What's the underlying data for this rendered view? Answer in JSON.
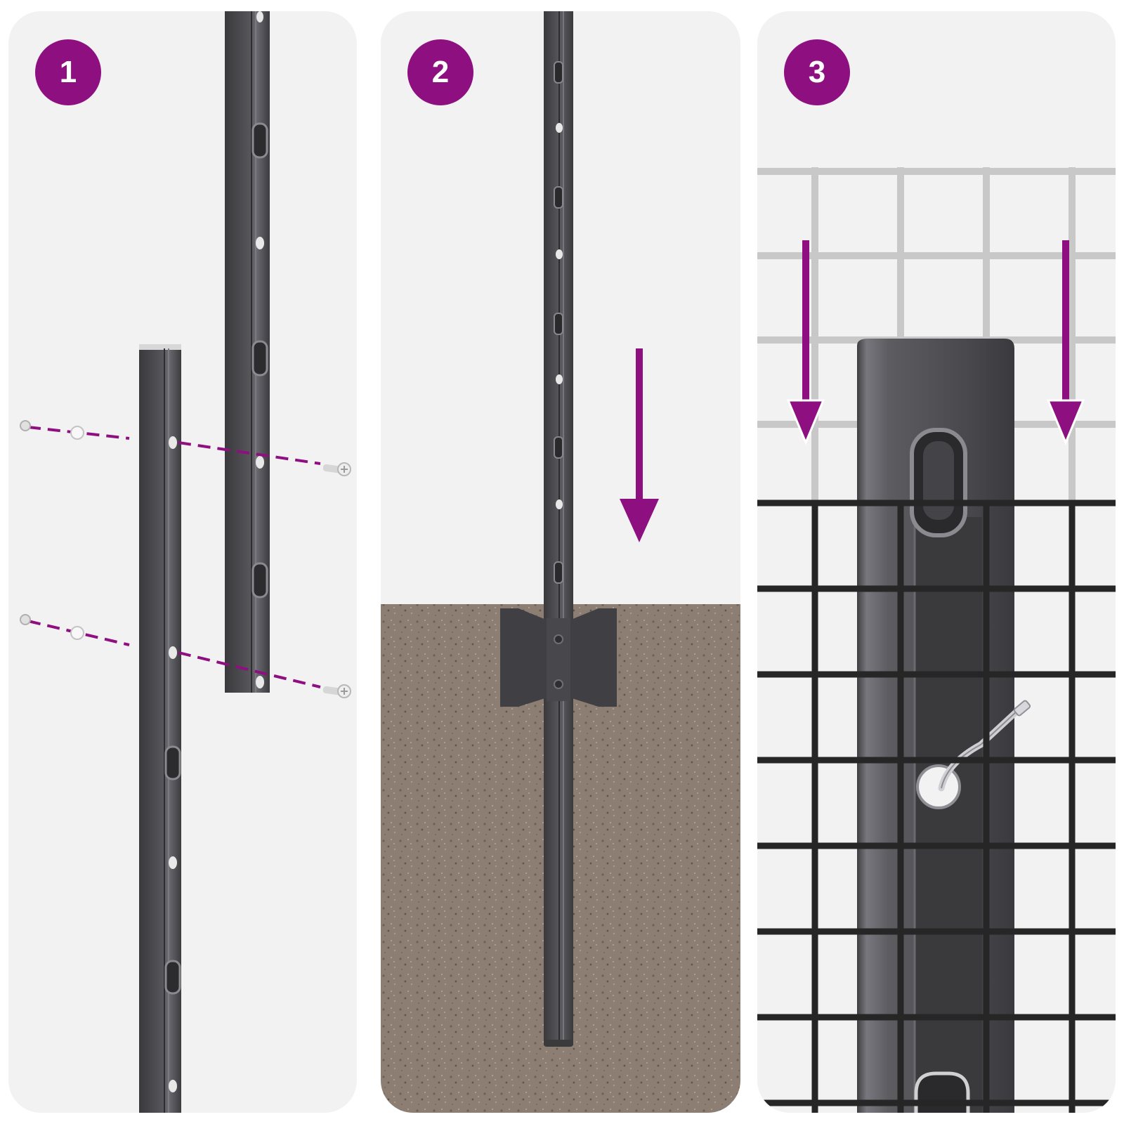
{
  "colors": {
    "panel_background": "#f2f2f2",
    "badge_accent": "#8e0f80",
    "post_metal": "#4a4a4e",
    "soil": "#8c7e72",
    "mesh_dark": "#262626",
    "mesh_light": "#c8c8c8"
  },
  "steps": [
    {
      "number": "1",
      "icon": "post-joining-screws-icon"
    },
    {
      "number": "2",
      "icon": "post-into-ground-arrow-icon"
    },
    {
      "number": "3",
      "icon": "mesh-hook-on-post-icon"
    }
  ]
}
